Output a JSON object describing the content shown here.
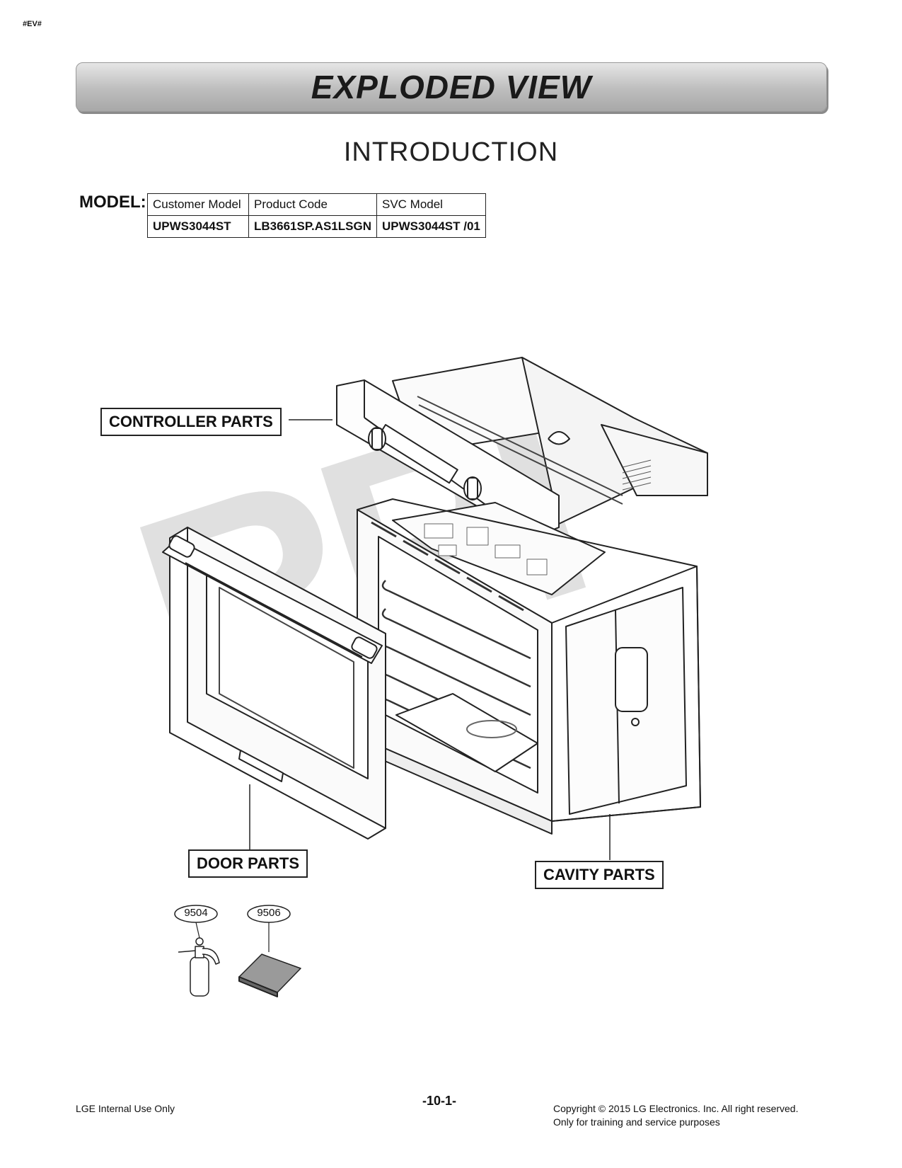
{
  "header_tag": "#EV#",
  "banner_title": "EXPLODED VIEW",
  "subtitle": "INTRODUCTION",
  "model_label": "MODEL:",
  "model_table": {
    "headers": [
      "Customer Model",
      "Product Code",
      "SVC Model"
    ],
    "values": [
      "UPWS3044ST",
      "LB3661SP.AS1LSGN",
      "UPWS3044ST /01"
    ]
  },
  "diagram": {
    "watermark": "RPI",
    "labels": {
      "controller": "CONTROLLER PARTS",
      "door": "DOOR PARTS",
      "cavity": "CAVITY PARTS"
    },
    "accessories": [
      {
        "part_no": "9504",
        "icon": "spray-bottle-icon"
      },
      {
        "part_no": "9506",
        "icon": "cleaning-pad-icon"
      }
    ]
  },
  "footer": {
    "left": "LGE Internal Use Only",
    "page": "-10-1-",
    "right_line1": "Copyright © 2015 LG Electronics. Inc. All right reserved.",
    "right_line2": "Only for training and service purposes"
  }
}
